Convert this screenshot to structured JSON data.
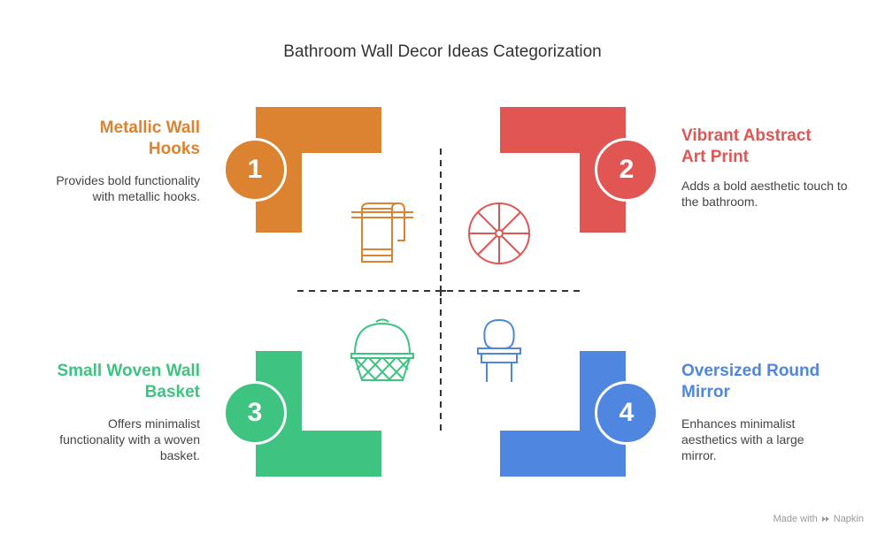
{
  "title": "Bathroom Wall Decor Ideas Categorization",
  "colors": {
    "orange": "#DB8331",
    "red": "#E15553",
    "green": "#3EC381",
    "blue": "#4E86E0",
    "axis": "#333333"
  },
  "quadrants": [
    {
      "number": "1",
      "heading": "Metallic Wall Hooks",
      "description": "Provides bold functionality with metallic hooks.",
      "icon": "towel-rack-icon"
    },
    {
      "number": "2",
      "heading": "Vibrant Abstract Art Print",
      "description": "Adds a bold aesthetic touch to the bathroom.",
      "icon": "wheel-art-icon"
    },
    {
      "number": "3",
      "heading": "Small Woven Wall Basket",
      "description": "Offers minimalist functionality with a woven basket.",
      "icon": "basket-icon"
    },
    {
      "number": "4",
      "heading": "Oversized Round Mirror",
      "description": "Enhances minimalist aesthetics with a large mirror.",
      "icon": "mirror-icon"
    }
  ],
  "watermark": {
    "prefix": "Made with",
    "brand": "Napkin"
  }
}
